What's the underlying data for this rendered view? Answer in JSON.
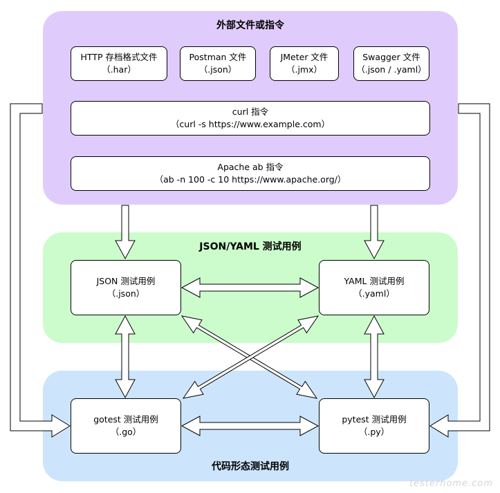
{
  "groups": {
    "external": {
      "title": "外部文件或指令",
      "color": "#e0ccfc"
    },
    "data_cases": {
      "title": "JSON/YAML 测试用例",
      "color": "#ccfccc"
    },
    "code_cases": {
      "title": "代码形态测试用例",
      "color": "#cce5fc"
    }
  },
  "nodes": {
    "har": {
      "line1": "HTTP 存档格式文件",
      "line2": "（.har）"
    },
    "postman": {
      "line1": "Postman 文件",
      "line2": "（.json）"
    },
    "jmeter": {
      "line1": "JMeter 文件",
      "line2": "（.jmx）"
    },
    "swagger": {
      "line1": "Swagger 文件",
      "line2": "（.json / .yaml）"
    },
    "curl": {
      "line1": "curl 指令",
      "line2": "（curl -s https://www.example.com）"
    },
    "ab": {
      "line1": "Apache ab 指令",
      "line2": "（ab -n 100 -c 10 https://www.apache.org/）"
    },
    "json_case": {
      "line1": "JSON 测试用例",
      "line2": "（.json）"
    },
    "yaml_case": {
      "line1": "YAML 测试用例",
      "line2": "（.yaml）"
    },
    "gotest_case": {
      "line1": "gotest 测试用例",
      "line2": "（.go）"
    },
    "pytest_case": {
      "line1": "pytest 测试用例",
      "line2": "（.py）"
    }
  },
  "watermark": "testerhome.com"
}
